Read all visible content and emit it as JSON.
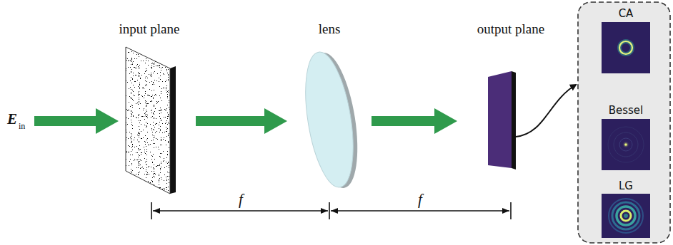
{
  "diagram": {
    "nodes": [
      {
        "text": [
          "input plane"
        ]
      },
      {
        "text": [
          "lens"
        ]
      },
      {
        "text": [
          "output plane"
        ]
      },
      {
        "text": [
          "CA"
        ]
      },
      {
        "text": [
          "Bessel"
        ]
      },
      {
        "text": [
          "LG"
        ]
      }
    ],
    "edges": [
      {
        "from": 0,
        "to": 1,
        "arrow": "to"
      },
      {
        "from": 1,
        "to": 2,
        "arrow": "to"
      }
    ],
    "labels": [
      "E",
      "in",
      "f",
      "f"
    ]
  }
}
